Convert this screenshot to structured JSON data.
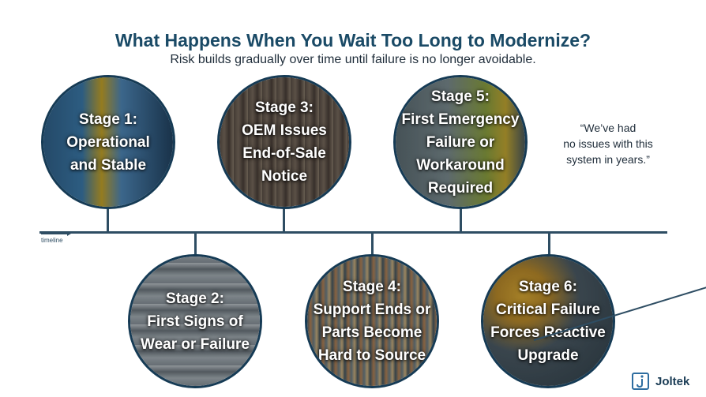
{
  "header": {
    "title": "What Happens When You Wait Too Long to Modernize?",
    "subtitle": "Risk builds gradually over time until failure is no longer avoidable."
  },
  "timeline": {
    "label": "timeline"
  },
  "stages": [
    {
      "lines": [
        "Stage 1:",
        "Operational",
        "and Stable"
      ]
    },
    {
      "lines": [
        "Stage 2:",
        "First Signs of",
        "Wear or Failure"
      ]
    },
    {
      "lines": [
        "Stage 3:",
        "OEM Issues",
        "End-of-Sale",
        "Notice"
      ]
    },
    {
      "lines": [
        "Stage 4:",
        "Support Ends or",
        "Parts Become",
        "Hard to Source"
      ]
    },
    {
      "lines": [
        "Stage 5:",
        "First Emergency",
        "Failure or",
        "Workaround",
        "Required"
      ]
    },
    {
      "lines": [
        "Stage 6:",
        "Critical Failure",
        "Forces Reactive",
        "Upgrade"
      ]
    }
  ],
  "quote": {
    "lines": [
      "“We’ve had",
      "no issues with this",
      "system in years.”"
    ]
  },
  "logo": {
    "name": "Joltek",
    "mark": "j"
  },
  "colors": {
    "title": "#1a4a66",
    "line": "#2e4d63",
    "circle_border": "#163b55",
    "logo_accent": "#2e6da0"
  }
}
